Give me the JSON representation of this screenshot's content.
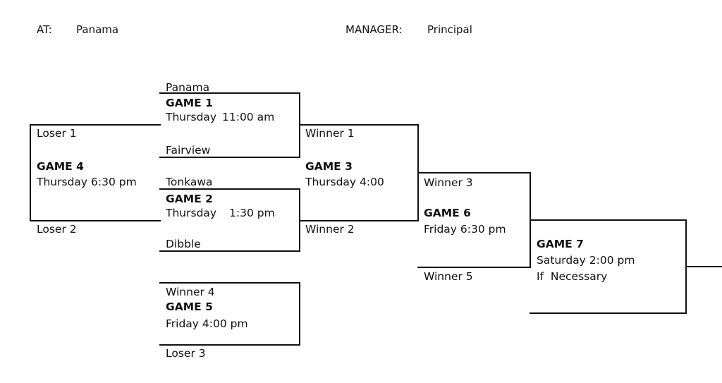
{
  "header": {
    "at_label": "AT:",
    "at_value": "Panama",
    "manager_label": "MANAGER:",
    "manager_value": "Principal"
  },
  "games": {
    "game1": {
      "title": "GAME 1",
      "day": "Thursday",
      "time": "11:00 am",
      "top_team": "Panama",
      "bottom_team": "Fairview"
    },
    "game2": {
      "title": "GAME 2",
      "day": "Thursday",
      "time": "1:30 pm",
      "top_team": "Tonkawa",
      "bottom_team": "Dibble"
    },
    "game3": {
      "title": "GAME 3",
      "schedule": "Thursday 4:00",
      "top_team": "Winner 1",
      "bottom_team": "Winner 2"
    },
    "game4": {
      "title": "GAME 4",
      "schedule": "Thursday 6:30 pm",
      "top_team": "Loser 1",
      "bottom_team": "Loser 2"
    },
    "game5": {
      "title": "GAME 5",
      "schedule": "Friday 4:00 pm",
      "top_team": "Winner 4",
      "bottom_team": "Loser 3"
    },
    "game6": {
      "title": "GAME 6",
      "schedule": "Friday 6:30 pm",
      "top_team": "Winner 3",
      "bottom_team": "Winner 5"
    },
    "game7": {
      "title": "GAME 7",
      "schedule": "Saturday 2:00 pm",
      "note": "If  Necessary"
    }
  }
}
